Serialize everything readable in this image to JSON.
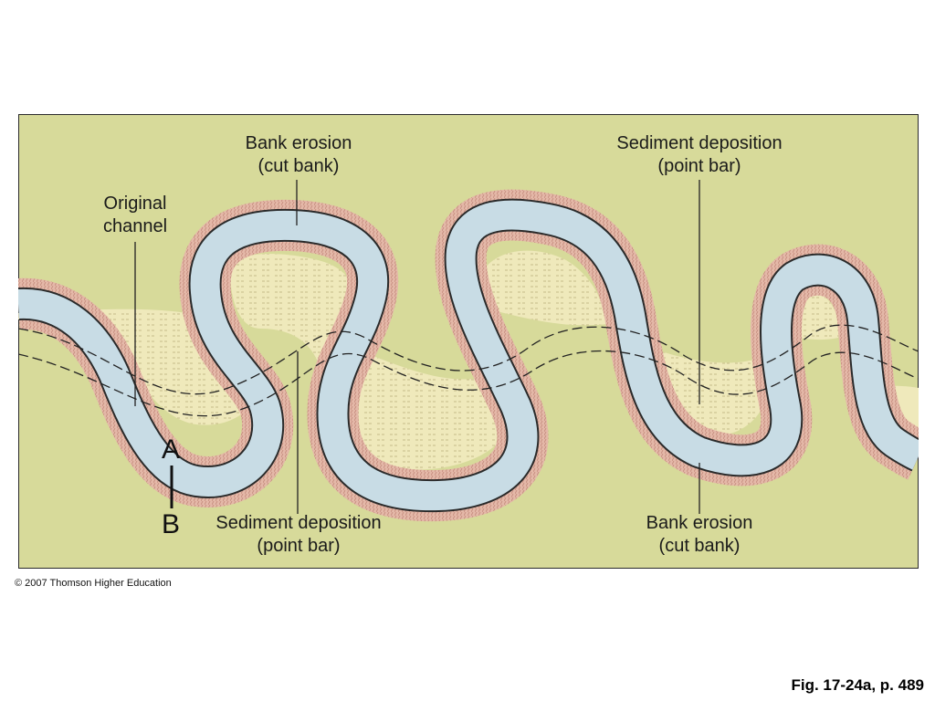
{
  "labels": {
    "bank_erosion_top": {
      "line1": "Bank erosion",
      "line2": "(cut bank)"
    },
    "original_channel": {
      "line1": "Original",
      "line2": "channel"
    },
    "sediment_deposition_top": {
      "line1": "Sediment deposition",
      "line2": "(point bar)"
    },
    "sediment_deposition_bottom": {
      "line1": "Sediment deposition",
      "line2": "(point bar)"
    },
    "bank_erosion_bottom": {
      "line1": "Bank erosion",
      "line2": "(cut bank)"
    },
    "point_a": "A",
    "point_b": "B"
  },
  "copyright": "© 2007 Thomson Higher Education",
  "figure_ref": "Fig. 17-24a, p. 489",
  "colors": {
    "land": "#d7da9a",
    "river": "#c8dce5",
    "point_bar": "#efe9bb",
    "cut_bank": "#e4b8a8",
    "outline": "#2a2a2a"
  }
}
